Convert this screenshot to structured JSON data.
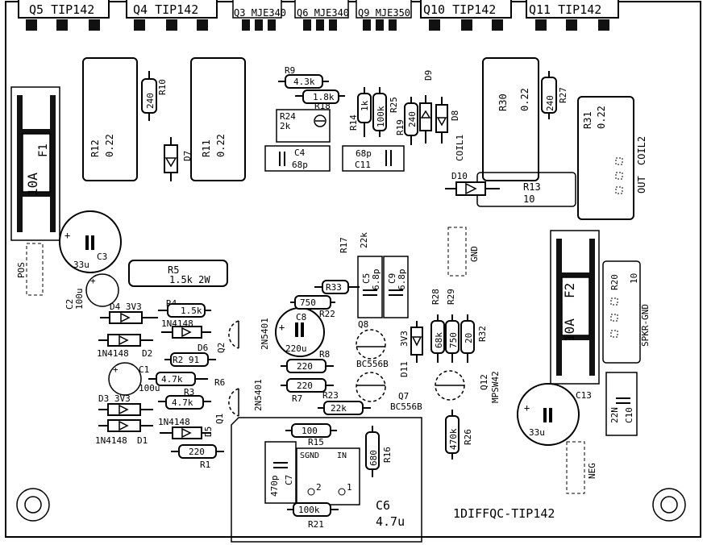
{
  "board": {
    "name": "1DIFFQC-TIP142"
  },
  "headers": [
    {
      "ref": "Q5",
      "part": "TIP142"
    },
    {
      "ref": "Q4",
      "part": "TIP142"
    },
    {
      "ref": "Q3",
      "part": "MJE340"
    },
    {
      "ref": "Q6",
      "part": "MJE340"
    },
    {
      "ref": "Q9",
      "part": "MJE350"
    },
    {
      "ref": "Q10",
      "part": "TIP142"
    },
    {
      "ref": "Q11",
      "part": "TIP142"
    }
  ],
  "resistors": {
    "r12": {
      "ref": "R12",
      "value": "0.22"
    },
    "r11": {
      "ref": "R11",
      "value": "0.22"
    },
    "r10": {
      "ref": "R10",
      "value": "240"
    },
    "r9": {
      "ref": "R9",
      "value": "4.3k"
    },
    "r18": {
      "ref": "R18",
      "value": "1.8k"
    },
    "r24": {
      "ref": "R24",
      "value": "2k"
    },
    "r14": {
      "ref": "R14",
      "value": "1k"
    },
    "r25": {
      "ref": "R25",
      "value": "100k"
    },
    "r19": {
      "ref": "R19",
      "value": "240"
    },
    "r30": {
      "ref": "R30",
      "value": "0.22"
    },
    "r27": {
      "ref": "R27",
      "value": "240"
    },
    "r31": {
      "ref": "R31",
      "value": "0.22"
    },
    "r13": {
      "ref": "R13",
      "value": "10"
    },
    "r5": {
      "ref": "R5",
      "value": "1.5k 2W"
    },
    "r4": {
      "ref": "R4",
      "value": "1.5k"
    },
    "r2": {
      "ref": "R2",
      "value": "91"
    },
    "r6": {
      "ref": "R6",
      "value": "4.7k"
    },
    "r3": {
      "ref": "R3",
      "value": "4.7k"
    },
    "r1": {
      "ref": "R1",
      "value": "220"
    },
    "r17": {
      "ref": "R17",
      "value": "22k"
    },
    "r33": {
      "ref": "R33"
    },
    "r22": {
      "ref": "R22",
      "value": "750"
    },
    "r8": {
      "ref": "R8",
      "value": "220"
    },
    "r7": {
      "ref": "R7",
      "value": "220"
    },
    "r23": {
      "ref": "R23",
      "value": "22k"
    },
    "r28": {
      "ref": "R28",
      "value": "68k"
    },
    "r29": {
      "ref": "R29",
      "value": "750"
    },
    "r32": {
      "ref": "R32",
      "value": "20"
    },
    "r26": {
      "ref": "R26",
      "value": "470k"
    },
    "r15": {
      "ref": "R15",
      "value": "100"
    },
    "r16": {
      "ref": "R16",
      "value": "680"
    },
    "r21": {
      "ref": "R21",
      "value": "100k"
    },
    "r20": {
      "ref": "R20",
      "value": "10"
    }
  },
  "capacitors": {
    "c4": {
      "ref": "C4",
      "value": "68p"
    },
    "c11": {
      "ref": "C11",
      "value": "68p"
    },
    "c3": {
      "ref": "C3",
      "value": "33u"
    },
    "c2": {
      "ref": "C2",
      "value": "100u"
    },
    "c1": {
      "ref": "C1",
      "value": "100u"
    },
    "c8": {
      "ref": "C8",
      "value": "220u"
    },
    "c5": {
      "ref": "C5",
      "value": "6.8p"
    },
    "c9": {
      "ref": "C9",
      "value": "6.8p"
    },
    "c13": {
      "ref": "C13",
      "value": "33u"
    },
    "c10": {
      "ref": "C10",
      "value": "22N"
    },
    "c7": {
      "ref": "C7",
      "value": "470p"
    },
    "c6": {
      "ref": "C6",
      "value": "4.7u"
    }
  },
  "diodes": {
    "d7": {
      "ref": "D7"
    },
    "d9": {
      "ref": "D9"
    },
    "d8": {
      "ref": "D8"
    },
    "d10": {
      "ref": "D10"
    },
    "d4": {
      "ref": "D4",
      "value": "3V3"
    },
    "d6": {
      "ref": "D6",
      "value": "1N4148"
    },
    "d2": {
      "ref": "D2",
      "value": "1N4148"
    },
    "d3": {
      "ref": "D3",
      "value": "3V3"
    },
    "d1": {
      "ref": "D1",
      "value": "1N4148"
    },
    "d5": {
      "ref": "D5",
      "value": "1N4148"
    },
    "d11": {
      "ref": "D11",
      "value": "3V3"
    }
  },
  "transistors": {
    "q2": {
      "ref": "Q2",
      "value": "2N5401"
    },
    "q1": {
      "ref": "Q1",
      "value": "2N5401"
    },
    "q8": {
      "ref": "Q8",
      "value": "BC556B"
    },
    "q7": {
      "ref": "Q7",
      "value": "BC556B"
    },
    "q12": {
      "ref": "Q12",
      "value": "MPSW42"
    }
  },
  "fuses": {
    "f1": {
      "ref": "F1",
      "value": "10A"
    },
    "f2": {
      "ref": "F2",
      "value": "10A"
    }
  },
  "connectors": {
    "pos": "POS",
    "gnd": "GND",
    "neg": "NEG",
    "coil1": "COIL1",
    "coil2": "COIL2",
    "out": "OUT",
    "spkr_gnd": "SPKR-GND"
  },
  "opamp": {
    "sgnd": "SGND",
    "in": "IN",
    "pin2": "2",
    "pin1": "1"
  }
}
